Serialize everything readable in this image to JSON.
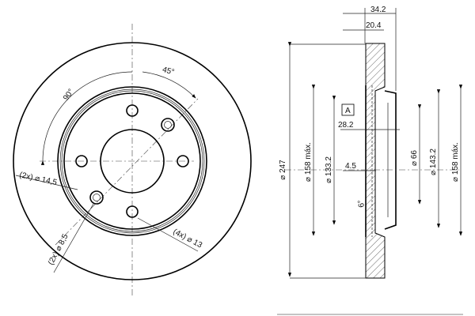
{
  "front_view": {
    "angle_90": "90°",
    "angle_45": "45°",
    "hole_2x_145": "(2x) ⌀ 14,5",
    "hole_2x_85": "(2x) ⌀ 8,5",
    "hole_4x_13": "(4x) ⌀ 13"
  },
  "section_view": {
    "width_total": "34.2",
    "width_disc": "20.4",
    "outer_diameter": "⌀ 247",
    "inner_max_left": "⌀ 158 máx.",
    "pcd": "⌀ 133.2",
    "datum": "A",
    "depth": "28.2",
    "offset": "4.5",
    "angle_6": "6°",
    "bore": "⌀ 66",
    "hat_diameter": "⌀ 143.2",
    "inner_max_right": "⌀ 158 máx."
  }
}
